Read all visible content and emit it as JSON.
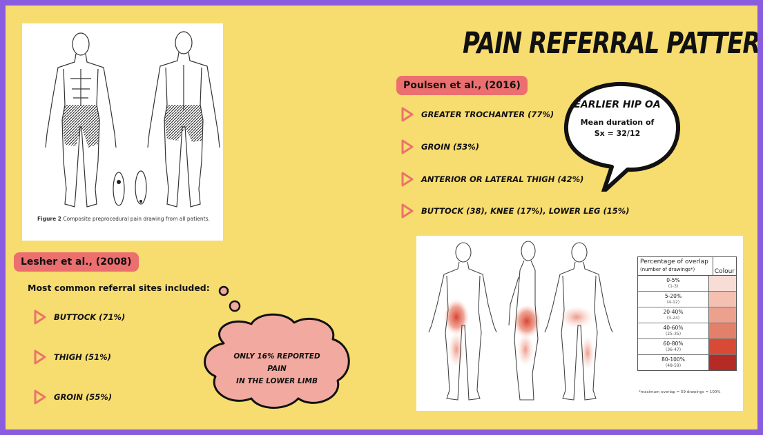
{
  "title": "PAIN REFERRAL PATTERNS",
  "figure1": {
    "caption_label": "Figure 2",
    "caption_text": " Composite preprocedural pain drawing from all patients."
  },
  "poulsen": {
    "label": "Poulsen et al., (2016)",
    "items": [
      "GREATER TROCHANTER (77%)",
      "GROIN (53%)",
      "ANTERIOR OR LATERAL THIGH (42%)",
      "BUTTOCK (38), KNEE (17%), LOWER LEG (15%)"
    ]
  },
  "speech_bubble": {
    "heading": "EARLIER HIP OA",
    "line1": "Mean duration of",
    "line2": "Sx = 32/12"
  },
  "lesher": {
    "label": "Lesher et al., (2008)",
    "intro": "Most common referral sites included:",
    "items": [
      "BUTTOCK (71%)",
      "THIGH (51%)",
      "GROIN (55%)"
    ]
  },
  "thought_cloud": {
    "line1": "ONLY 16% REPORTED PAIN",
    "line2": "IN THE  LOWER LIMB"
  },
  "figure2": {
    "table_header": "Percentage of overlap",
    "table_subheader": "(number of drawings*)",
    "colour_header": "Colour",
    "rows": [
      {
        "range": "0-5%",
        "count": "(1-3)",
        "color": "#f8ddd6"
      },
      {
        "range": "5-20%",
        "count": "(4-12)",
        "color": "#f3c0b2"
      },
      {
        "range": "20-40%",
        "count": "(3-24)",
        "color": "#eca08e"
      },
      {
        "range": "40-60%",
        "count": "(25-35)",
        "color": "#e3806a"
      },
      {
        "range": "60-80%",
        "count": "(36-47)",
        "color": "#d84a36"
      },
      {
        "range": "80-100%",
        "count": "(48-59)",
        "color": "#b62a26"
      }
    ],
    "footnote": "*maximum overlap = 59 drawings = 100%"
  },
  "colors": {
    "background": "#f7dc6f",
    "border": "#8a5ce0",
    "pill": "#ec6f6f",
    "triangle": "#e9746a",
    "cloud": "#f2a9a0"
  }
}
